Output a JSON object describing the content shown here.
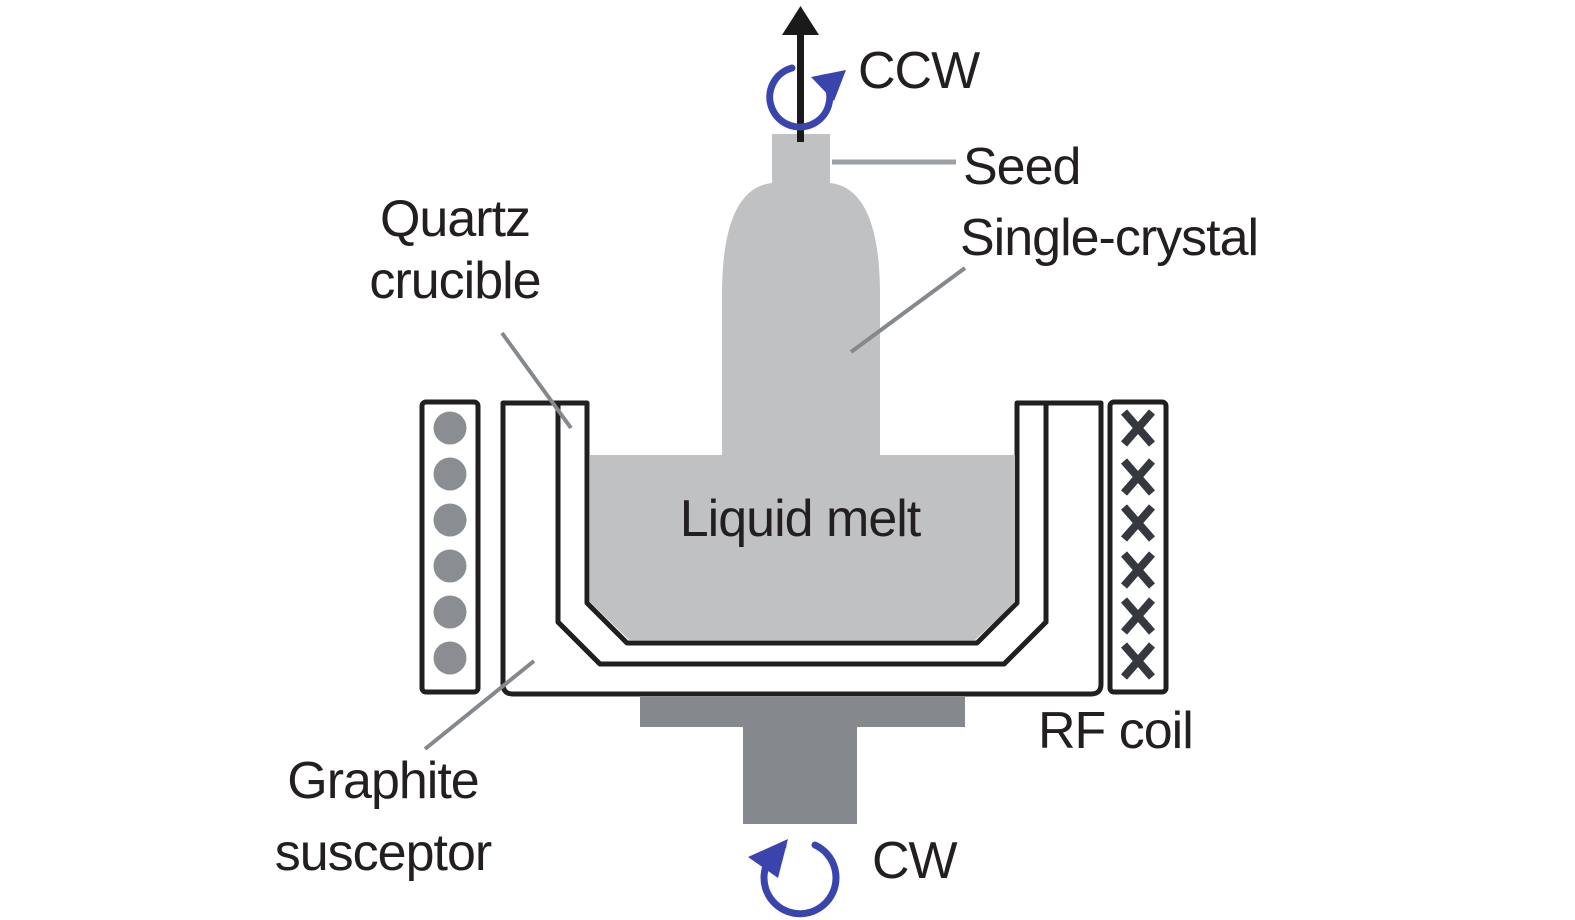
{
  "diagram": {
    "labels": {
      "ccw": "CCW",
      "seed": "Seed",
      "single_crystal": "Single-crystal",
      "quartz_crucible": [
        "Quartz",
        "crucible"
      ],
      "liquid_melt": "Liquid melt",
      "rf_coil": "RF coil",
      "graphite_susceptor": [
        "Graphite",
        "susceptor"
      ],
      "cw": "CW"
    },
    "colors": {
      "crystal_and_melt_gray": "#c0c1c3",
      "pedestal_gray": "#85888d",
      "coil_dot_gray": "#8a8e93",
      "coil_x_dark": "#35393f",
      "outline_black": "#221f20",
      "rotation_arrow_blue": "#3a44ad",
      "leader_line_gray": "#85888d",
      "seed_leader_gray": "#9da0a4",
      "text_black": "#231f20",
      "background": "#ffffff"
    }
  }
}
